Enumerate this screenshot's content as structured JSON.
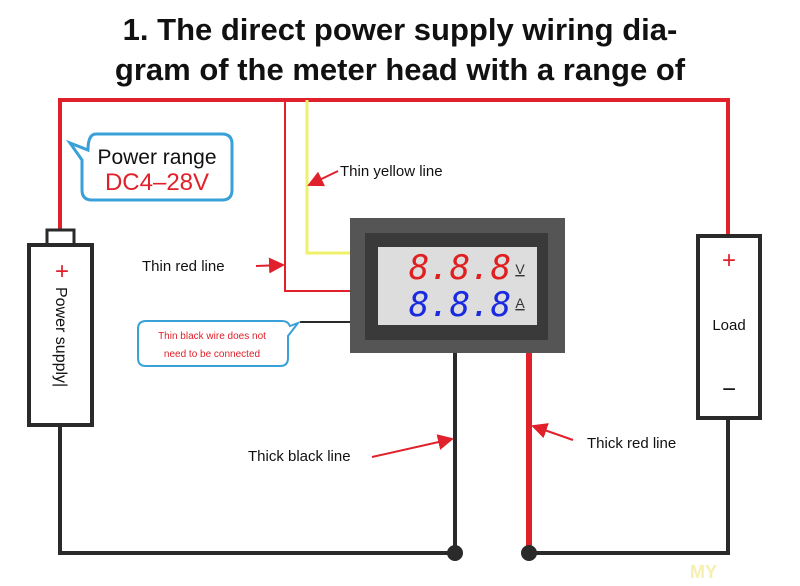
{
  "title": {
    "line1": "1. The direct power supply wiring dia-",
    "line2": "gram of the meter head with a range of"
  },
  "callouts": {
    "power_range_label": "Power range",
    "power_range_value": "DC4–28V",
    "thin_black_line1": "Thin black wire does not",
    "thin_black_line2": "need to be connected"
  },
  "labels": {
    "thin_yellow": "Thin yellow line",
    "thin_red": "Thin red line",
    "thick_black": "Thick black line",
    "thick_red": "Thick red line"
  },
  "power_supply": {
    "plus": "+",
    "label": "Power supply|"
  },
  "load": {
    "plus": "+",
    "label": "Load",
    "minus": "−"
  },
  "meter": {
    "voltage_digits": "8.8.8",
    "voltage_unit": "V",
    "current_digits": "8.8.8",
    "current_unit": "A"
  },
  "watermark": "MY",
  "colors": {
    "red": "#e0202a",
    "black": "#2a2a2a",
    "yellow": "#eef06a",
    "blue_callout": "#3aa0d8",
    "voltage": "#e02020",
    "current": "#1a2ae0"
  }
}
